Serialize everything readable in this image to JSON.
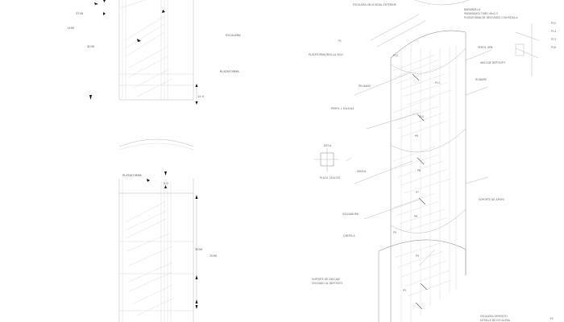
{
  "labels": {
    "top_left_1": "3740",
    "top_left_2": "1350",
    "top_left_3": "3030",
    "elev_left_1": "ESCALERA",
    "elev_left_2": "PLATAFORMA",
    "elev_left_dim": "12.0",
    "mid_left_1": "PLATAFORMA",
    "mid_left_2": "2.0",
    "mid_left_dim": "3000",
    "mid_left_dim2": "7000",
    "iso_top": "ESCALERA HELICOIDAL EXTERIOR",
    "iso_top_right_1": "BARANDILLA",
    "iso_top_right_2": "PASAMANOS TUBO 40x2.5",
    "iso_top_right_3": "PLATAFORMA DE DESCANSO CON REJILLA",
    "iso_left_1": "PLATAFORMA REJILLA 30x2",
    "iso_left_2": "PELDAÑO",
    "iso_left_3": "PERFIL L 50x50x5",
    "iso_left_4": "ZANCA",
    "iso_right_1": "PERFIL UPN",
    "iso_right_2": "ANCLAJE DEPOSITO",
    "iso_right_3": "RODAPIE",
    "iso_right_4": "SOPORTE DE APOYO",
    "detail_1": "DET.A",
    "detail_2": "PLACA 150x150",
    "detail_3": "SOLDADURA",
    "detail_4": "CARTELA",
    "bottom_left_1": "SOPORTE DE ANCLAJE",
    "bottom_left_2": "SOLDADO AL DEPOSITO",
    "bottom_right_1": "ESCALERA DEPOSITO",
    "bottom_right_2": "DETALLE DE ESCALERA",
    "tag_1": "P12",
    "tag_2": "P11",
    "tag_3": "P10",
    "tag_4": "P9",
    "tag_5": "P8",
    "tag_6": "P7",
    "tag_7": "P6",
    "tag_8": "P5",
    "tag_9": "P4",
    "tag_10": "P3",
    "far_right_1": "P15",
    "far_right_2": "P14",
    "far_right_3": "P13",
    "far_right_4": "P16",
    "far_right_5": "P2",
    "far_right_6": "P1"
  },
  "colors": {
    "line": "#b8b8b8",
    "dark_line": "#666666",
    "text": "#555555",
    "arrow": "#111111"
  }
}
